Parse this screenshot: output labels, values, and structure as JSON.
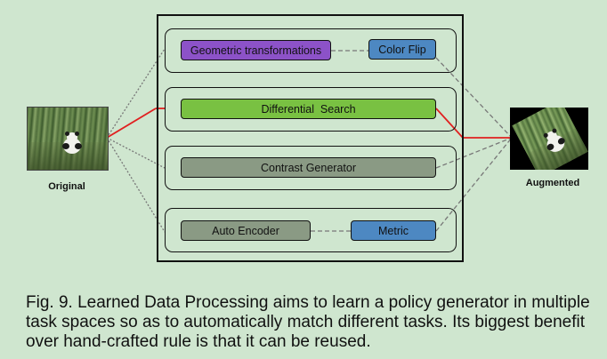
{
  "input_label": "Original",
  "output_label": "Augmented",
  "groups": [
    {
      "boxes": [
        "Geometric transformations",
        "Color Flip"
      ]
    },
    {
      "boxes": [
        "Differential  Search"
      ]
    },
    {
      "boxes": [
        "Contrast Generator"
      ]
    },
    {
      "boxes": [
        "Auto Encoder",
        "Metric"
      ]
    }
  ],
  "caption": "Fig. 9. Learned Data Processing aims to learn a policy generator in multiple task spaces so as to automatically match different tasks. Its biggest benefit over hand-crafted rule is that it can be reused.",
  "colors": {
    "background": "#cfe6cf",
    "purple": "#8c52c8",
    "blue": "#4d88c2",
    "green": "#79c142",
    "gray": "#8a9a84",
    "selected_path": "#e02020",
    "dotted_path": "#777777"
  }
}
